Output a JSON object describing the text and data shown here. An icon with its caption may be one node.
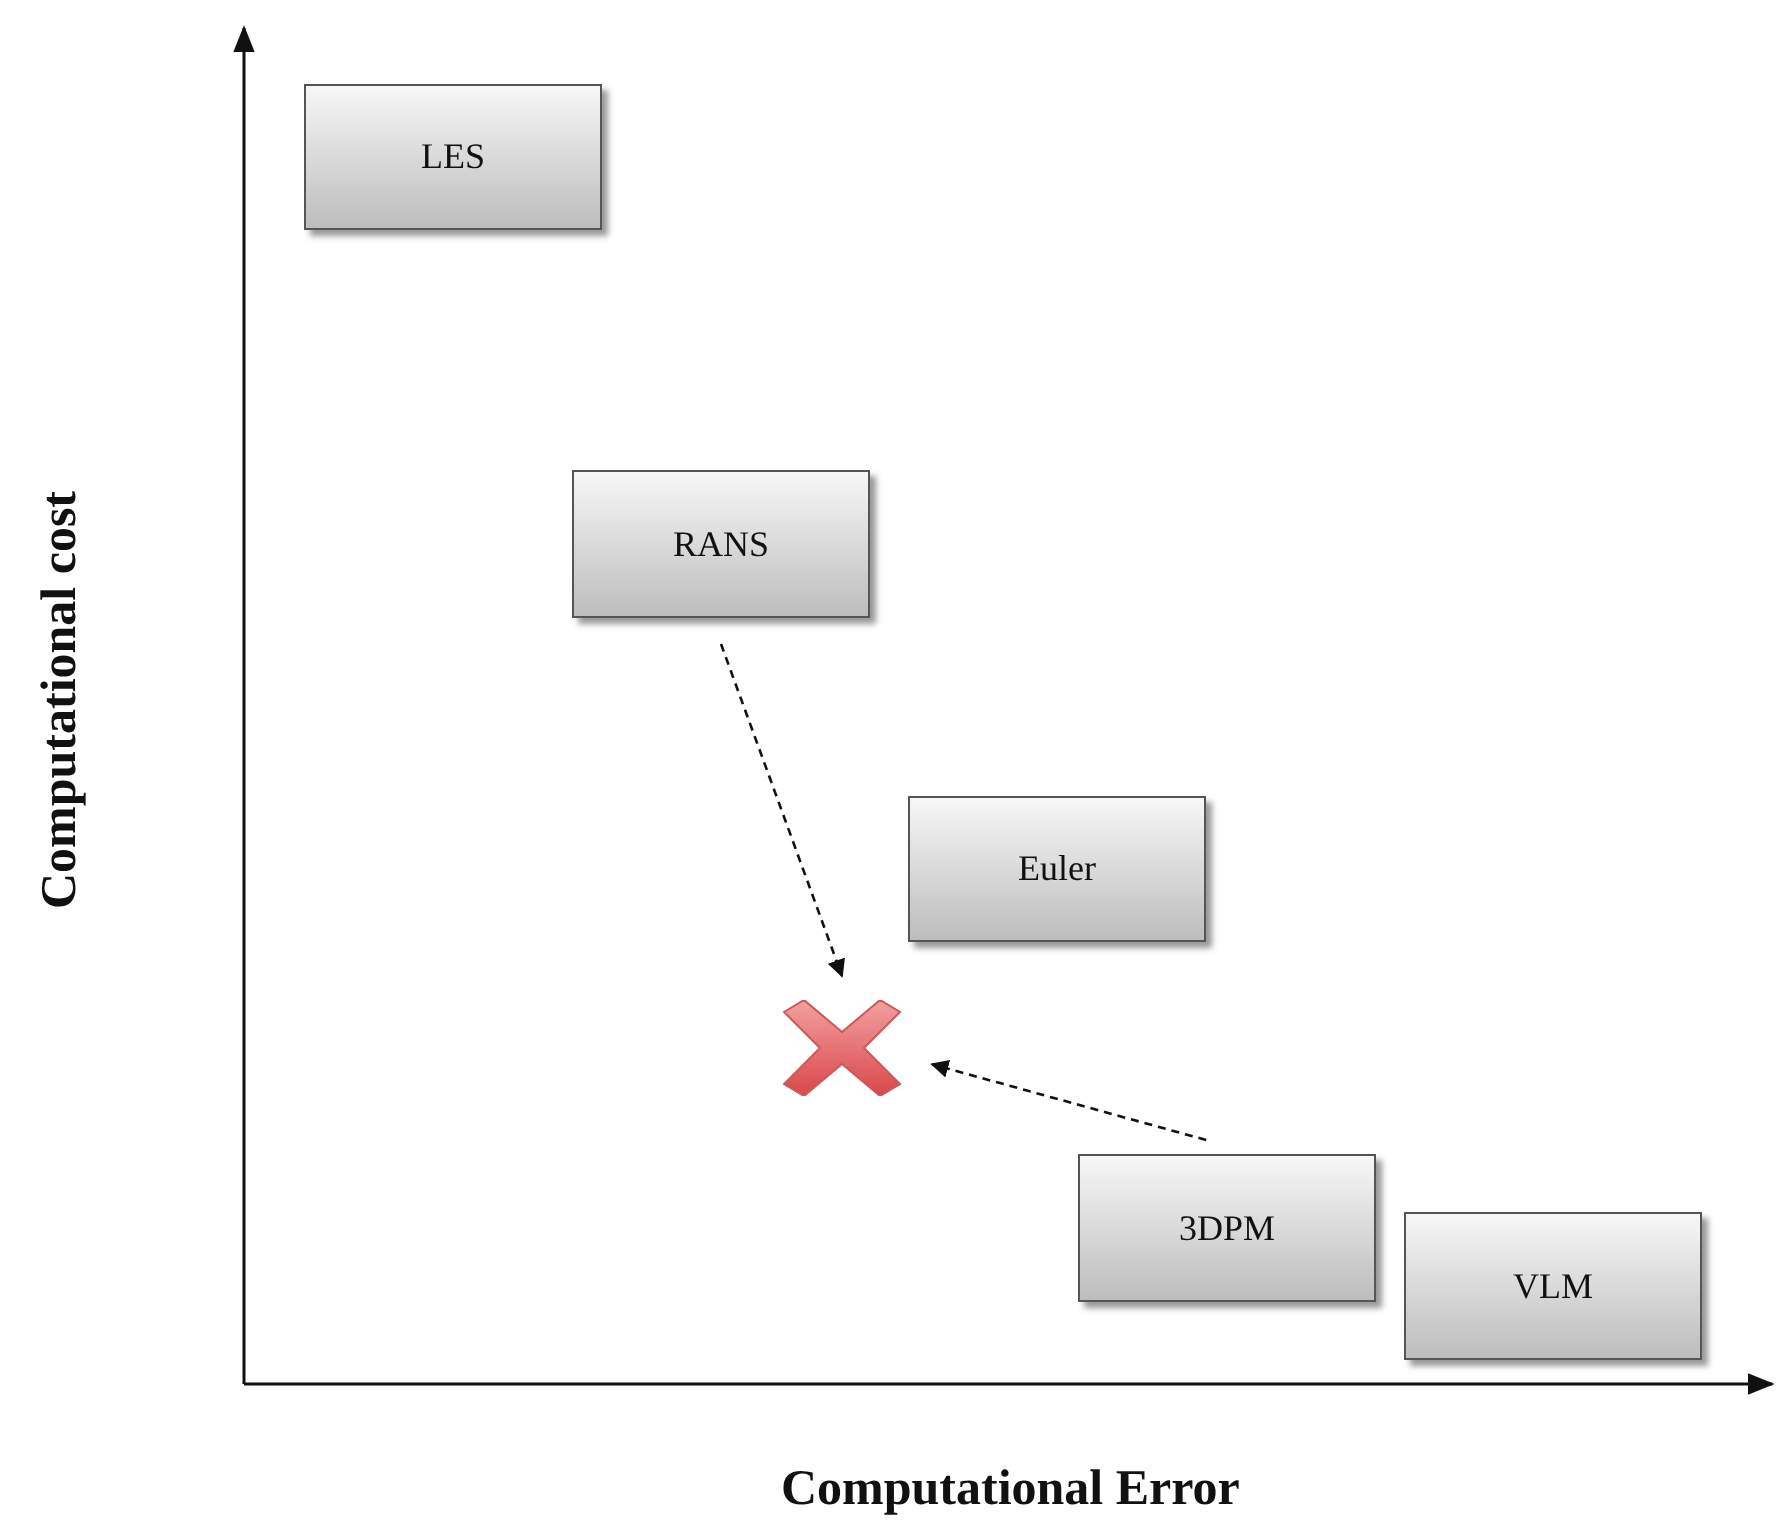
{
  "diagram": {
    "nodes": [
      {
        "text": [
          "LES"
        ]
      },
      {
        "text": [
          "RANS"
        ]
      },
      {
        "text": [
          "Euler"
        ]
      },
      {
        "text": [
          "3DPM"
        ]
      },
      {
        "text": [
          "VLM"
        ]
      },
      {
        "text": [],
        "shape": "cross"
      }
    ],
    "edges": [
      {
        "from": 1,
        "to": 5,
        "arrow": "to",
        "style": "dashed"
      },
      {
        "from": 3,
        "to": 5,
        "arrow": "to",
        "style": "dashed"
      }
    ],
    "labels": [
      "Computational cost",
      "Computational Error"
    ]
  }
}
